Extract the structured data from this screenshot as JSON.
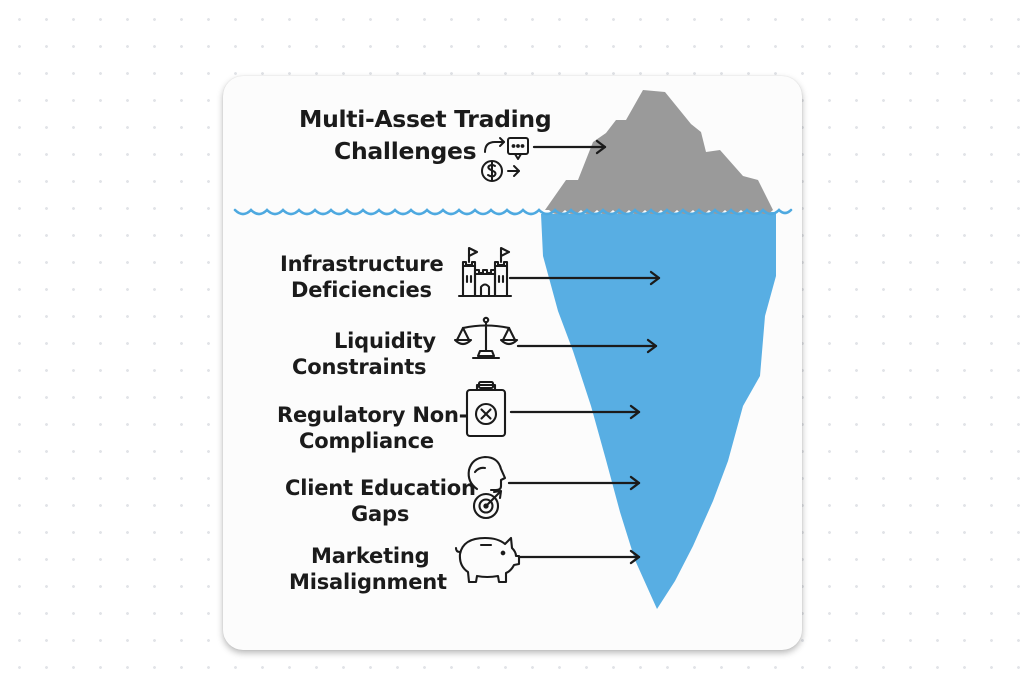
{
  "diagram": {
    "top": {
      "line1": "Multi-Asset Trading",
      "line2": "Challenges",
      "icons": [
        "redirect-arrow-icon",
        "chat-box-icon",
        "dollar-coin-icon",
        "small-arrow-icon"
      ]
    },
    "layers": [
      {
        "line1": "Infrastructure",
        "line2": "Deficiencies",
        "icon": "castle-building-icon"
      },
      {
        "line1": "Liquidity",
        "line2": "Constraints",
        "icon": "balance-scale-icon"
      },
      {
        "line1": "Regulatory Non-",
        "line2": "Compliance",
        "icon": "clipboard-x-icon"
      },
      {
        "line1": "Client Education",
        "line2": "Gaps",
        "icon": "head-target-icon"
      },
      {
        "line1": "Marketing",
        "line2": "Misalignment",
        "icon": "piggy-bank-icon"
      }
    ],
    "colors": {
      "iceberg_tip": "#9a9a9a",
      "iceberg_underwater": "#58aee3",
      "waterline": "#4ea9e0",
      "text": "#1b1b1b",
      "card": "#fcfcfc"
    }
  }
}
